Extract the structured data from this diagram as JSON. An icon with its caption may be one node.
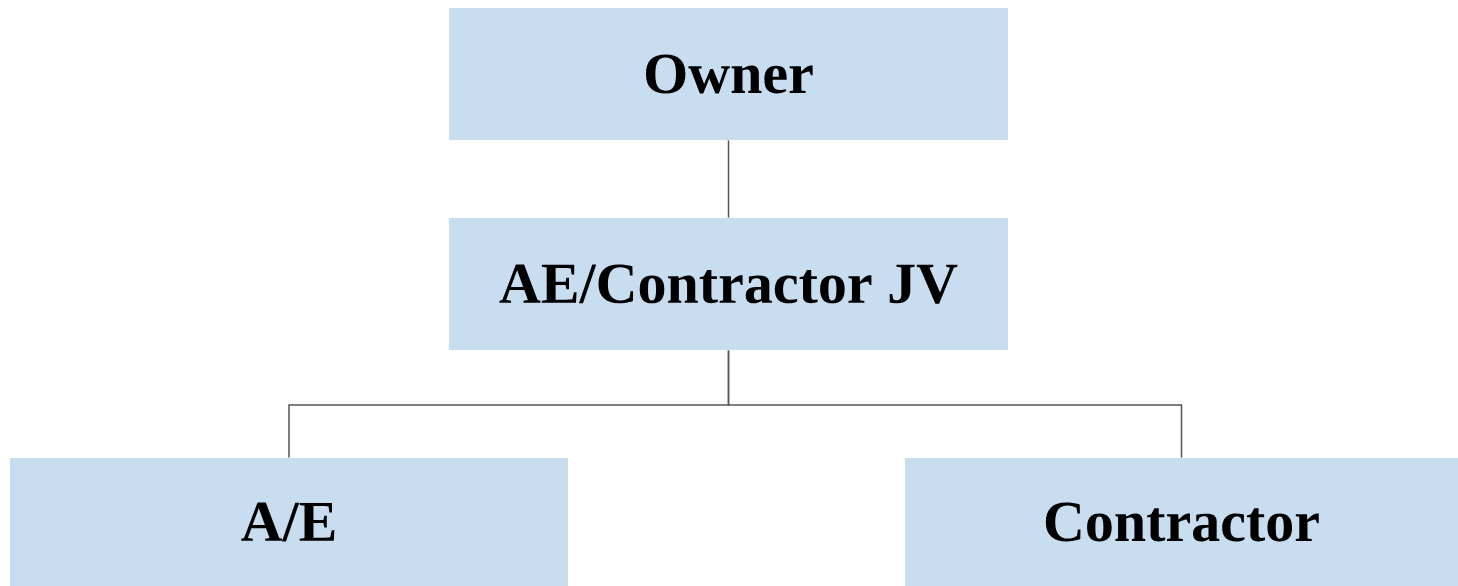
{
  "diagram": {
    "nodes": [
      {
        "text": [
          "Owner"
        ]
      },
      {
        "text": [
          "AE/Contractor JV"
        ]
      },
      {
        "text": [
          "A/E"
        ]
      },
      {
        "text": [
          "Contractor"
        ]
      }
    ],
    "edges": [
      {
        "from": 0,
        "to": 1,
        "arrow": "none"
      },
      {
        "from": 1,
        "to": 2,
        "arrow": "none"
      },
      {
        "from": 1,
        "to": 3,
        "arrow": "none"
      }
    ]
  }
}
